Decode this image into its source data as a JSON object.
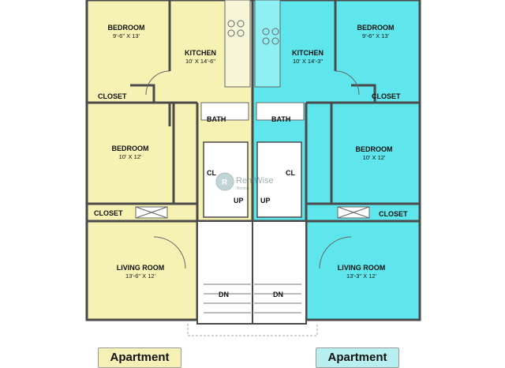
{
  "colors": {
    "left_unit": "#f5f2b4",
    "right_unit": "#5fe6ec",
    "wall": "#4a4a4a"
  },
  "left_unit": {
    "bedroom_top": {
      "name": "BEDROOM",
      "dim": "9'-6\" X 13'"
    },
    "kitchen": {
      "name": "KITCHEN",
      "dim": "10' X 14'-6\""
    },
    "closet_top": "CLOSET",
    "bath": "BATH",
    "bedroom_mid": {
      "name": "BEDROOM",
      "dim": "10' X 12'"
    },
    "cl": "CL",
    "closet_mid": "CLOSET",
    "living": {
      "name": "LIVING ROOM",
      "dim": "13'-6\" X 12'"
    },
    "stairs_up": "UP",
    "stairs_down": "DN"
  },
  "right_unit": {
    "bedroom_top": {
      "name": "BEDROOM",
      "dim": "9'-6\" X 13'"
    },
    "kitchen": {
      "name": "KITCHEN",
      "dim": "10' X 14'-3\""
    },
    "closet_top": "CLOSET",
    "bath": "BATH",
    "bedroom_mid": {
      "name": "BEDROOM",
      "dim": "10' X 12'"
    },
    "cl": "CL",
    "closet_mid": "CLOSET",
    "living": {
      "name": "LIVING ROOM",
      "dim": "13'-3\" X 12'"
    },
    "stairs_up": "UP",
    "stairs_down": "DN"
  },
  "watermark": {
    "brand": "RentWise",
    "sub": "Boston"
  },
  "buttons": {
    "left": "Apartment",
    "right": "Apartment"
  }
}
